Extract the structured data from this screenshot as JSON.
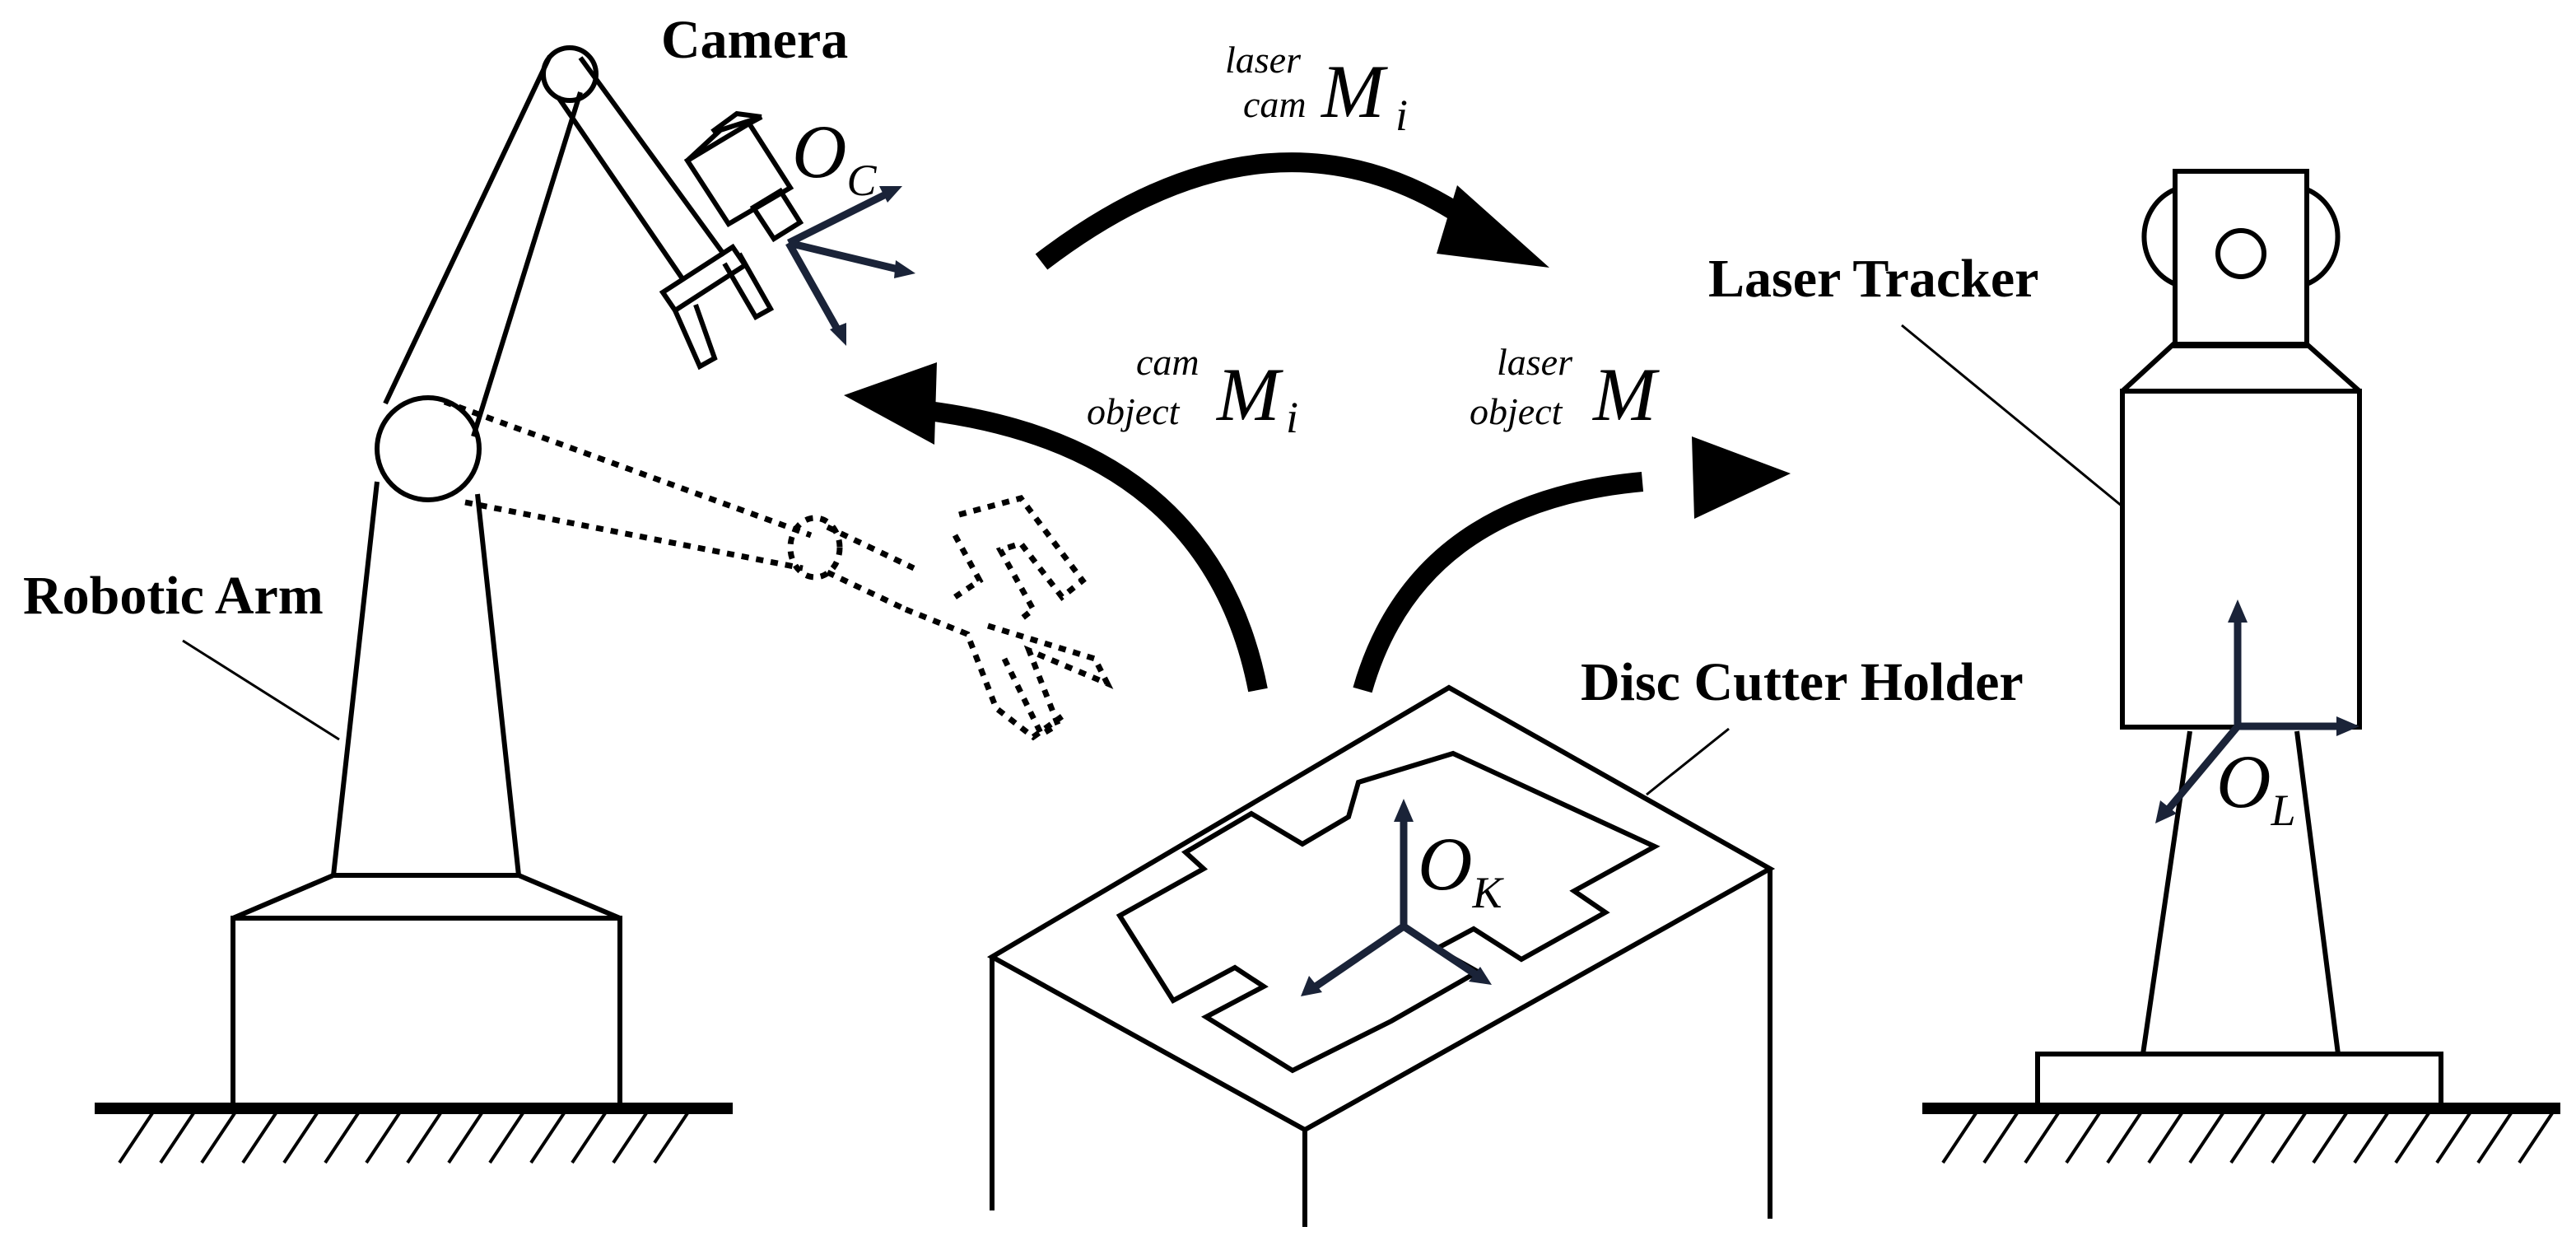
{
  "labels": {
    "camera": "Camera",
    "robotic_arm": "Robotic Arm",
    "laser_tracker": "Laser Tracker",
    "disc_cutter_holder": "Disc Cutter Holder"
  },
  "frames": {
    "camera": {
      "main": "O",
      "sub": "C"
    },
    "holder": {
      "main": "O",
      "sub": "K"
    },
    "tracker": {
      "main": "O",
      "sub": "L"
    }
  },
  "transforms": {
    "laser_cam": {
      "sup": "laser",
      "sub": "cam",
      "main": "M",
      "index": "i"
    },
    "cam_object": {
      "sup": "cam",
      "sub": "object",
      "main": "M",
      "index": "i"
    },
    "laser_object": {
      "sup": "laser",
      "sub": "object",
      "main": "M",
      "index": ""
    }
  },
  "colors": {
    "axis": "#1a2338",
    "line": "#000000",
    "background": "#ffffff"
  }
}
